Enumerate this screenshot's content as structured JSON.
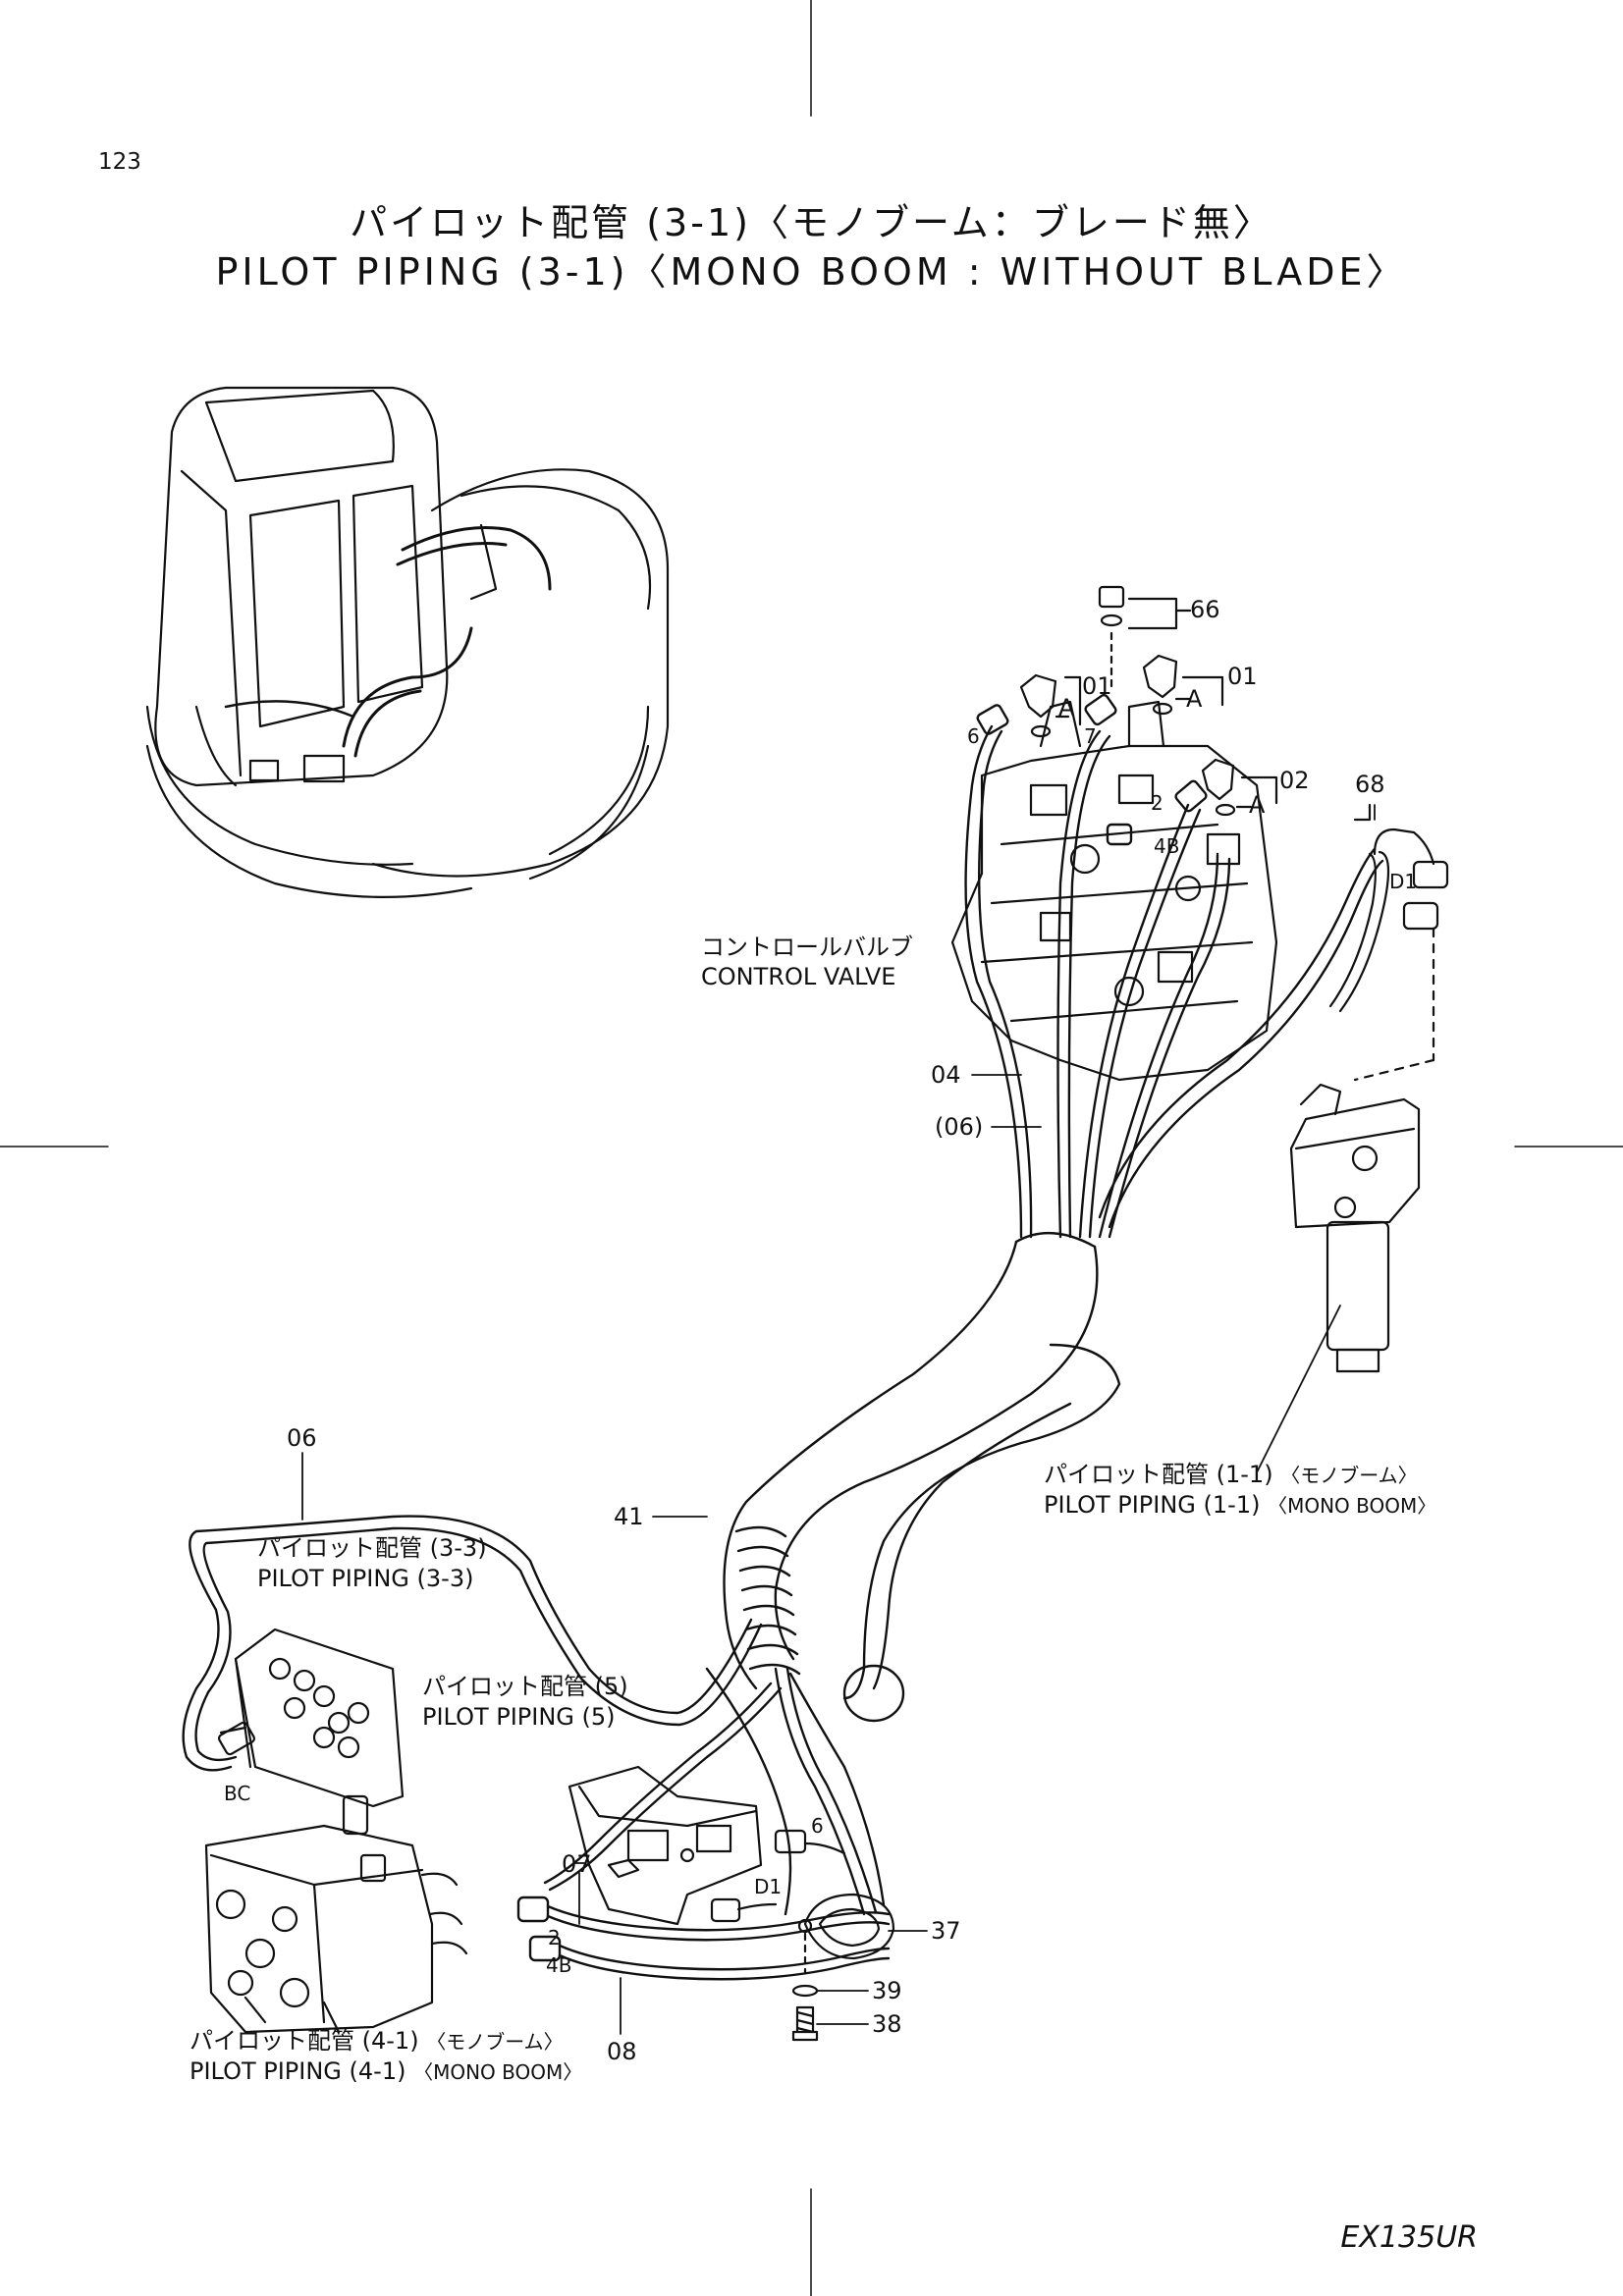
{
  "page_number": "123",
  "title_jp": "パイロット配管 (3-1)〈モノブーム：ブレード無〉",
  "title_en": "PILOT PIPING (3-1)〈MONO BOOM : WITHOUT BLADE〉",
  "model": "EX135UR",
  "part_labels": {
    "p66": "66",
    "p01a": "01",
    "p01b": "01",
    "p02": "02",
    "p68": "68",
    "p04": "04",
    "p06b": "(06)",
    "p06": "06",
    "p41": "41",
    "p07": "07",
    "p37": "37",
    "p39": "39",
    "p38": "38",
    "p08": "08"
  },
  "port_labels": {
    "a1": "A",
    "a2": "A",
    "a3": "A",
    "d1_top": "D1",
    "d1_bottom": "D1",
    "n6_top": "6",
    "n7": "7",
    "n2_top": "2",
    "n4b_top": "4B",
    "n6_bottom": "6",
    "n2_bottom": "2",
    "n4b_bottom": "4B",
    "bc": "BC"
  },
  "callouts": {
    "control_valve_jp": "コントロールバルブ",
    "control_valve_en": "CONTROL VALVE",
    "pp11_jp": "パイロット配管 (1-1)",
    "pp11_jp_sub": "〈モノブーム〉",
    "pp11_en": "PILOT PIPING (1-1)",
    "pp11_en_sub": "〈MONO BOOM〉",
    "pp33_jp": "パイロット配管 (3-3)",
    "pp33_en": "PILOT PIPING (3-3)",
    "pp5_jp": "パイロット配管 (5)",
    "pp5_en": "PILOT PIPING (5)",
    "pp41_jp": "パイロット配管 (4-1)",
    "pp41_jp_sub": "〈モノブーム〉",
    "pp41_en": "PILOT PIPING (4-1)",
    "pp41_en_sub": "〈MONO BOOM〉"
  }
}
